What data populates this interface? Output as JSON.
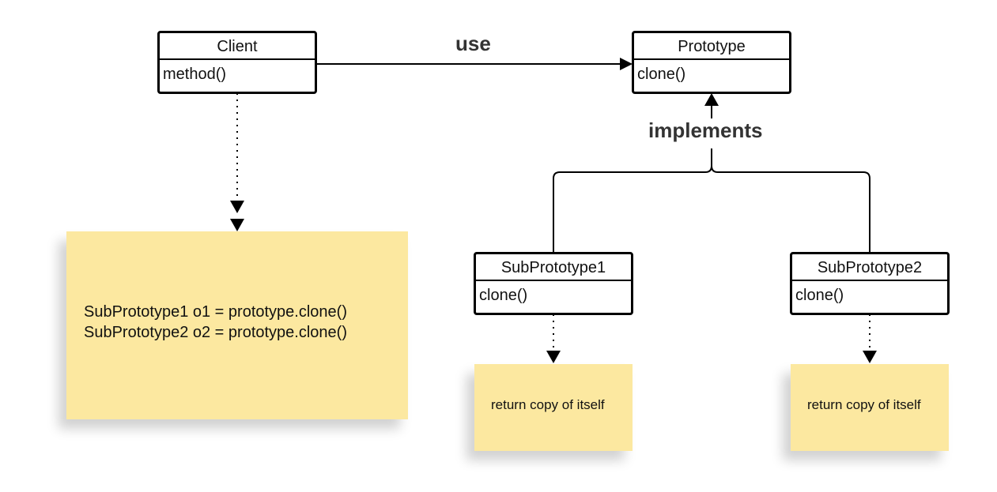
{
  "classes": {
    "client": {
      "name": "Client",
      "method": "method()"
    },
    "prototype": {
      "name": "Prototype",
      "method": "clone()"
    },
    "sub1": {
      "name": "SubPrototype1",
      "method": "clone()"
    },
    "sub2": {
      "name": "SubPrototype2",
      "method": "clone()"
    }
  },
  "labels": {
    "use": "use",
    "implements": "implements"
  },
  "notes": {
    "client_code": [
      "SubPrototype1 o1 = prototype.clone()",
      "SubPrototype2 o2 = prototype.clone()"
    ],
    "sub1": "return copy of itself",
    "sub2": "return copy of itself"
  },
  "colors": {
    "note_fill": "#fce8a0",
    "line": "#000000",
    "label": "#333333"
  }
}
